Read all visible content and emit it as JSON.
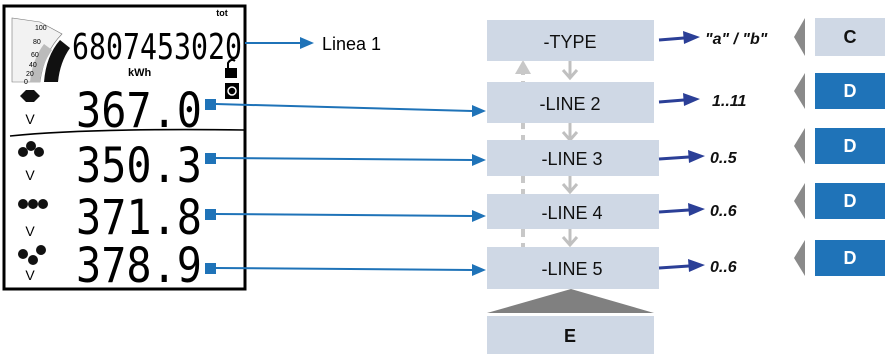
{
  "display": {
    "counter": "6807453020",
    "counter_tag": "tot",
    "unit": "kWh",
    "gauge_ticks": [
      "100",
      "80",
      "60",
      "40",
      "20",
      "0"
    ],
    "lines": [
      {
        "value": "367.0",
        "symbol": "V"
      },
      {
        "value": "350.3",
        "symbol": "V"
      },
      {
        "value": "371.8",
        "symbol": "V"
      },
      {
        "value": "378.9",
        "symbol": "V"
      }
    ]
  },
  "linea1_label": "Linea 1",
  "menu_boxes": [
    "-TYPE",
    "-LINE 2",
    "-LINE 3",
    "-LINE 4",
    "-LINE 5"
  ],
  "ranges": [
    "\"a\" / \"b\"",
    "1..11",
    "0..5",
    "0..6",
    "0..6"
  ],
  "keys": [
    "C",
    "D",
    "D",
    "D",
    "D"
  ],
  "bottom_key": "E",
  "colors": {
    "arrow_blue": "#1f73b8",
    "box_fill": "#cfd8e5",
    "key_blue": "#1f73b8",
    "key_light": "#cfd8e5",
    "triangle_gray": "#808080"
  }
}
